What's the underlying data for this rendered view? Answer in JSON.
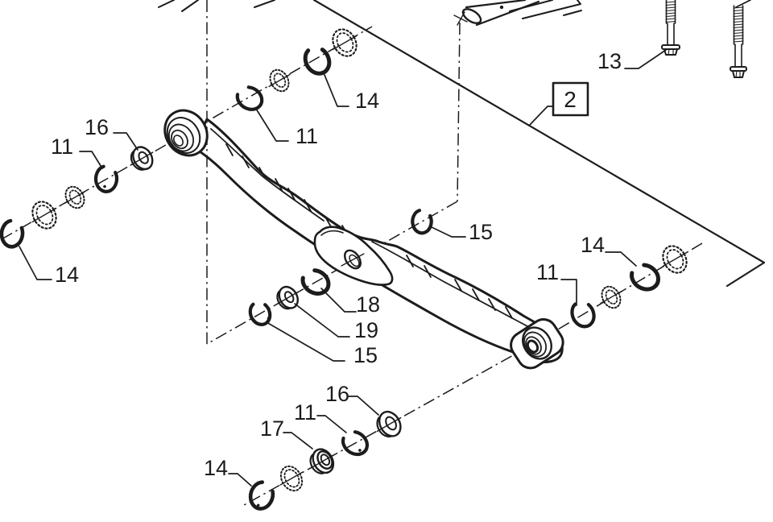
{
  "figure": {
    "type": "exploded-parts-diagram",
    "assembly_box_label": "2",
    "callouts": {
      "left_16": "16",
      "left_11": "11",
      "left_14": "14",
      "top_11": "11",
      "top_14": "14",
      "bolt_13": "13",
      "mid_15_upper": "15",
      "mid_18": "18",
      "mid_19": "19",
      "mid_15_lower": "15",
      "bottom_16": "16",
      "bottom_11": "11",
      "bottom_17": "17",
      "bottom_14": "14",
      "right_11": "11",
      "right_14": "14"
    },
    "colors": {
      "line": "#1c1c1c",
      "background": "#ffffff"
    }
  }
}
